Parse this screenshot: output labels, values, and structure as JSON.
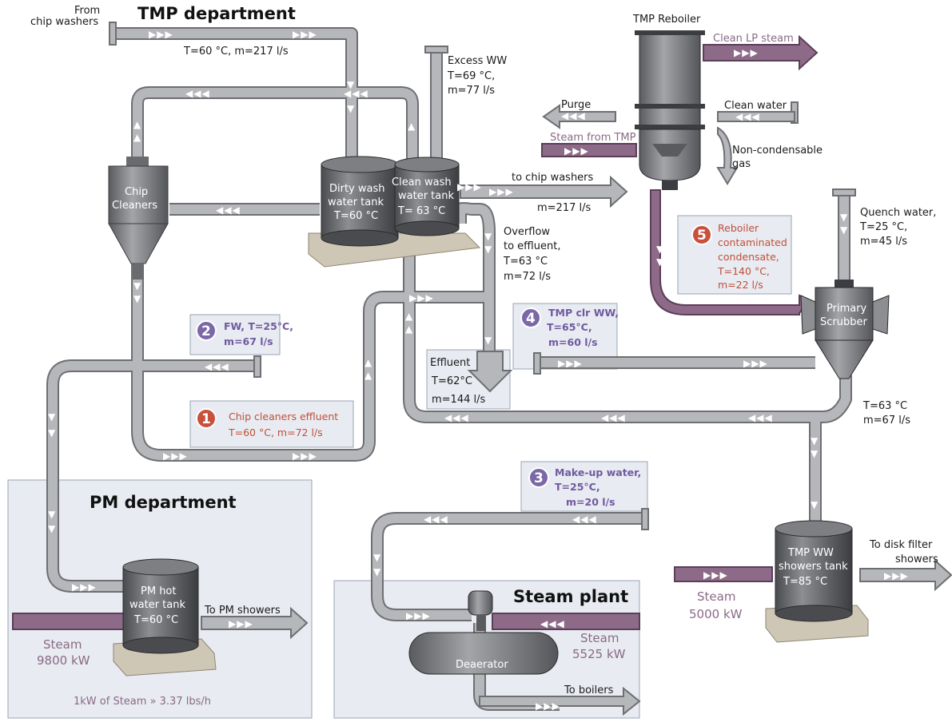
{
  "tmp_department": {
    "title": "TMP department"
  },
  "pm_department": {
    "title": "PM department"
  },
  "steam_plant": {
    "title": "Steam plant"
  },
  "inputs": {
    "from_chip_washers_1": "From",
    "from_chip_washers_2": "chip washers",
    "chip_washers_flow": "T=60  °C, m=217 l/s",
    "excess_ww_1": "Excess WW",
    "excess_ww_2": "T=69  °C,",
    "excess_ww_3": "m=77 l/s"
  },
  "equipment": {
    "chip_cleaners_1": "Chip",
    "chip_cleaners_2": "Cleaners",
    "dirty_wash_1": "Dirty wash",
    "dirty_wash_2": "water tank",
    "dirty_wash_3": "T=60  °C",
    "clean_wash_1": "Clean wash",
    "clean_wash_2": "water tank",
    "clean_wash_3": "T= 63  °C",
    "tmp_reboiler": "TMP Reboiler",
    "primary_scrubber_1": "Primary",
    "primary_scrubber_2": "Scrubber",
    "pm_hot_1": "PM hot",
    "pm_hot_2": "water tank",
    "pm_hot_3": "T=60  °C",
    "tmp_ww_1": "TMP WW",
    "tmp_ww_2": "showers tank",
    "tmp_ww_3": "T=85  °C",
    "deaerator": "Deaerator"
  },
  "reboiler": {
    "clean_lp_steam": "Clean LP steam",
    "purge": "Purge",
    "clean_water": "Clean water",
    "steam_from_tmp": "Steam from TMP",
    "non_condensable_1": "Non-condensable",
    "non_condensable_2": "gas"
  },
  "flows": {
    "to_chip_washers": "to chip washers",
    "to_chip_washers_m": "m=217 l/s",
    "overflow_1": "Overflow",
    "overflow_2": "to effluent,",
    "overflow_3": "T=63  °C",
    "overflow_4": "m=72 l/s",
    "effluent_1": "Effluent",
    "effluent_2": "T=62°C",
    "effluent_3": "m=144 l/s",
    "quench_1": "Quench water,",
    "quench_2": "T=25  °C,",
    "quench_3": "m=45 l/s",
    "scrubber_out_1": "T=63  °C",
    "scrubber_out_2": "m=67 l/s",
    "to_pm_showers": "To PM showers",
    "to_disk_filter_1": "To disk filter",
    "to_disk_filter_2": "showers",
    "to_boilers": "To boilers"
  },
  "callouts": {
    "c1_num": "1",
    "c1_text_1": "Chip cleaners effluent",
    "c1_text_2": "T=60  °C, m=72 l/s",
    "c2_num": "2",
    "c2_text_1": "FW, T=25°C,",
    "c2_text_2": "m=67 l/s",
    "c3_num": "3",
    "c3_text_1": "Make-up water,",
    "c3_text_2": "T=25°C,",
    "c3_text_3": "m=20 l/s",
    "c4_num": "4",
    "c4_text_1": "TMP clr WW,",
    "c4_text_2": "T=65°C,",
    "c4_text_3": "m=60 l/s",
    "c5_num": "5",
    "c5_text_1": "Reboiler",
    "c5_text_2": "contaminated",
    "c5_text_3": "condensate,",
    "c5_text_4": "T=140  °C,",
    "c5_text_5": "m=22 l/s"
  },
  "steam": {
    "pm_1": "Steam",
    "pm_2": "9800 kW",
    "plant_1": "Steam",
    "plant_2": "5525 kW",
    "tmp_1": "Steam",
    "tmp_2": "5000 kW"
  },
  "note": "1kW of Steam » 3.37 lbs/h",
  "colors": {
    "pipe": "#b3b5b8",
    "pipe_edge": "#6e6f72",
    "steam_pipe": "#8f6a8a",
    "region": "#e9ecf2",
    "callout_red": "#c8503c",
    "callout_purple": "#7a68a8"
  }
}
